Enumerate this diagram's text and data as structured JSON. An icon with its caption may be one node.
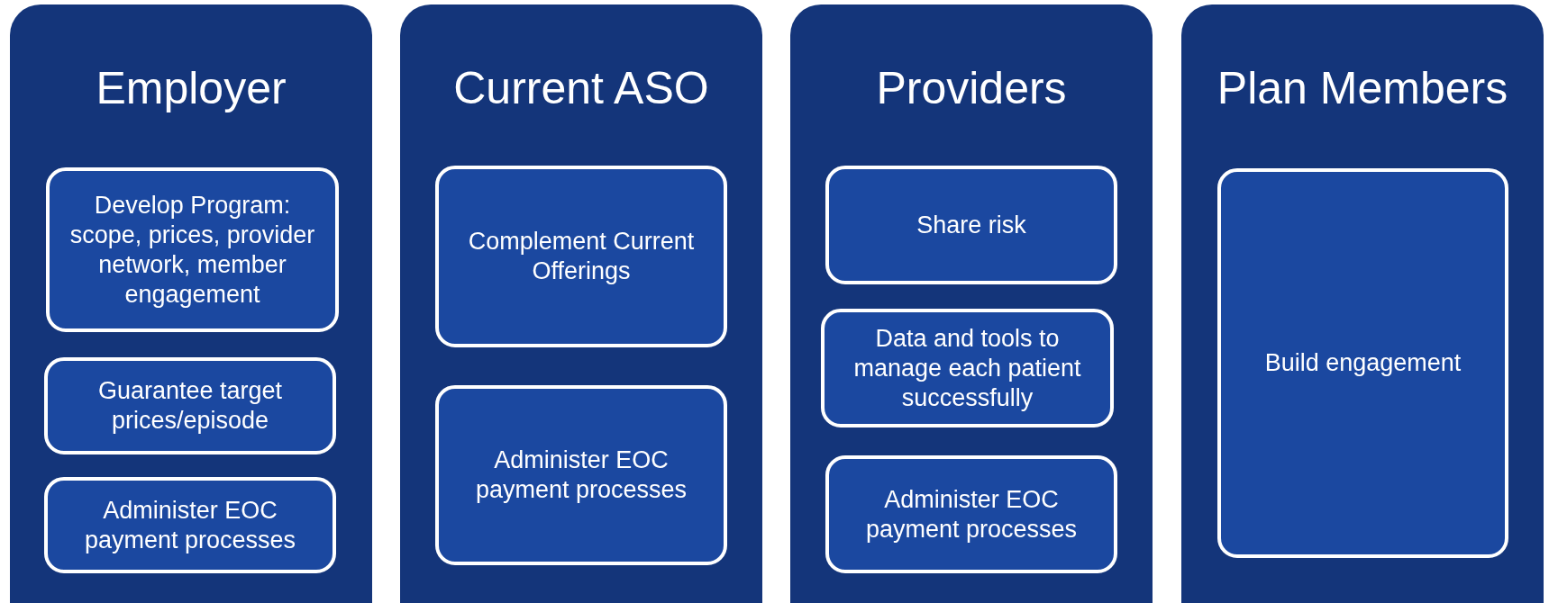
{
  "diagram": {
    "nodes": [
      {
        "text": [
          "Employer"
        ]
      },
      {
        "text": [
          "Develop Program: scope, prices, provider network, member engagement"
        ],
        "in": 0
      },
      {
        "text": [
          "Guarantee target prices/episode"
        ],
        "in": 0
      },
      {
        "text": [
          "Administer EOC payment processes"
        ],
        "in": 0
      },
      {
        "text": [
          "Current ASO"
        ]
      },
      {
        "text": [
          "Complement Current Offerings"
        ],
        "in": 4
      },
      {
        "text": [
          "Administer EOC payment processes"
        ],
        "in": 4
      },
      {
        "text": [
          "Providers"
        ]
      },
      {
        "text": [
          "Share risk"
        ],
        "in": 7
      },
      {
        "text": [
          "Data and tools to manage each patient successfully"
        ],
        "in": 7
      },
      {
        "text": [
          "Administer EOC payment processes"
        ],
        "in": 7
      },
      {
        "text": [
          "Plan Members"
        ]
      },
      {
        "text": [
          "Build engagement"
        ],
        "in": 11
      }
    ]
  }
}
